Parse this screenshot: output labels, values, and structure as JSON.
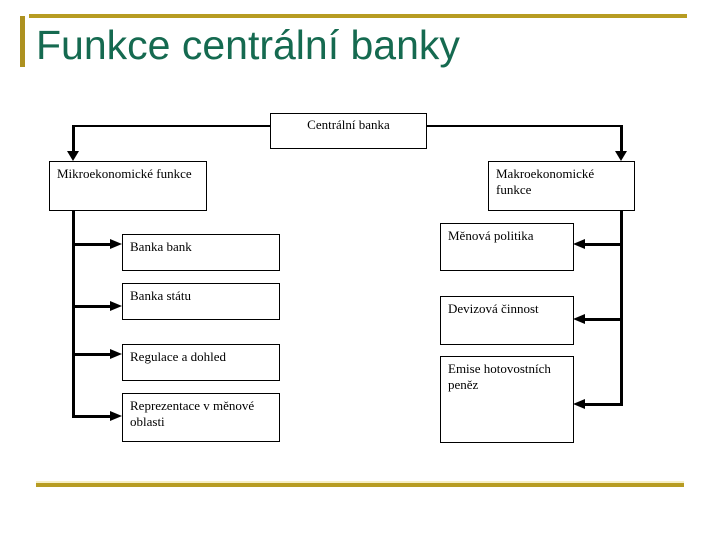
{
  "title": "Funkce centrální banky",
  "colors": {
    "accent_gold": "#B79C22",
    "accent_gold_pale": "#F6EFC4",
    "title_green": "#156A50",
    "box_border": "#000000",
    "connector": "#000000",
    "background": "#FFFFFF"
  },
  "diagram": {
    "root": {
      "label": "Centrální banka"
    },
    "left": {
      "header": "Mikroekonomické funkce",
      "items": [
        {
          "label": "Banka bank"
        },
        {
          "label": "Banka státu"
        },
        {
          "label": "Regulace a dohled"
        },
        {
          "label": "Reprezentace v měnové oblasti"
        }
      ]
    },
    "right": {
      "header": "Makroekonomické funkce",
      "items": [
        {
          "label": "Měnová politika"
        },
        {
          "label": "Devizová činnost"
        },
        {
          "label": "Emise hotovostních peněz"
        }
      ]
    }
  }
}
